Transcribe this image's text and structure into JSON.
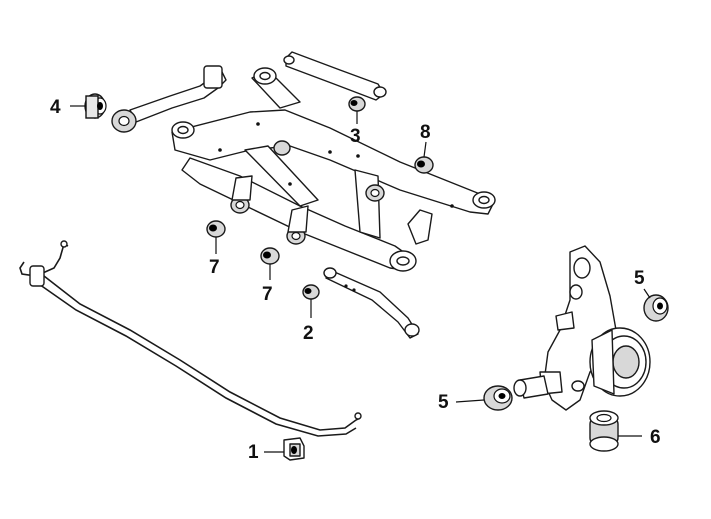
{
  "callouts": {
    "c1": "1",
    "c2": "2",
    "c3": "3",
    "c4": "4",
    "c5a": "5",
    "c5b": "5",
    "c6": "6",
    "c7a": "7",
    "c7b": "7",
    "c8": "8"
  },
  "colors": {
    "line": "#1a1a1a",
    "bushing_fill": "#e8e8e8",
    "background": "#ffffff"
  }
}
